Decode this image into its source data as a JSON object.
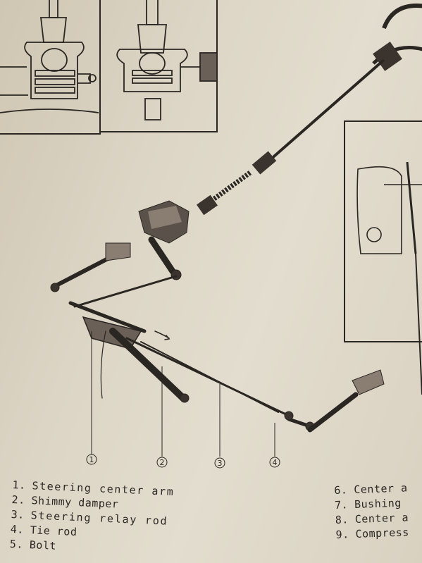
{
  "callouts": [
    "1",
    "2",
    "3",
    "4"
  ],
  "legend_left": [
    {
      "num": "1.",
      "text": "Steering center arm"
    },
    {
      "num": "2.",
      "text": "Shimmy damper"
    },
    {
      "num": "3.",
      "text": "Steering relay rod"
    },
    {
      "num": "4.",
      "text": "Tie rod"
    },
    {
      "num": "5.",
      "text": "Bolt"
    }
  ],
  "legend_right": [
    {
      "num": "6.",
      "text": "Center a"
    },
    {
      "num": "7.",
      "text": "Bushing"
    },
    {
      "num": "8.",
      "text": "Center a"
    },
    {
      "num": "9.",
      "text": "Compress"
    }
  ]
}
